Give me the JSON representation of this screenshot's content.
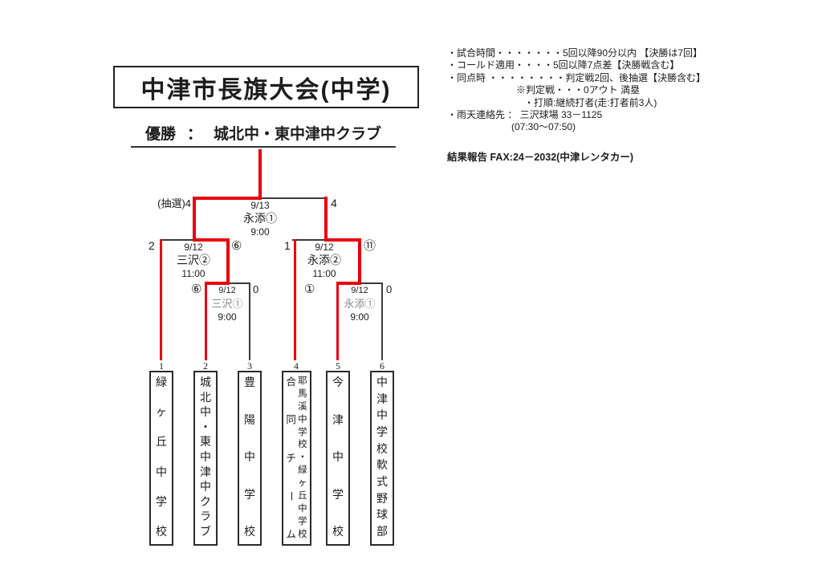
{
  "title": "中津市長旗大会(中学)",
  "champion": {
    "label": "優勝",
    "separator": "：",
    "name": "城北中・東中津中クラブ"
  },
  "rules": {
    "lines": [
      "・試合時間・・・・・・・5回以降90分以内 【決勝は7回】",
      "・コールド適用・・・・5回以降7点差【決勝戦含む】",
      "・同点時 ・・・・・・・・判定戦2回、後抽選【決勝含む】",
      "※判定戦・・・0アウト 満塁",
      "・打順:継続打者(走:打者前3人)",
      "・雨天連絡先 ： 三沢球場 33－1125",
      "(07:30～07:50)"
    ],
    "fax_line": "結果報告 FAX:24－2032(中津レンタカー)"
  },
  "bracket": {
    "matches": {
      "final": {
        "date": "9/13",
        "venue": "永添①",
        "time": "9:00",
        "left_score": "(抽選)4",
        "right_score": "4"
      },
      "semi_left": {
        "date": "9/12",
        "venue": "三沢②",
        "time": "11:00",
        "left_score": "2",
        "right_score": "⑥"
      },
      "semi_right": {
        "date": "9/12",
        "venue": "永添②",
        "time": "11:00",
        "left_score": "1",
        "right_score": "⑪"
      },
      "round1_left": {
        "date": "9/12",
        "venue": "三沢①",
        "time": "9:00",
        "left_score": "⑥",
        "right_score": "0"
      },
      "round1_right": {
        "date": "9/12",
        "venue": "永添①",
        "time": "9:00",
        "left_score": "①",
        "right_score": "0"
      }
    },
    "teams": [
      {
        "seed": "1",
        "name": "緑ヶ丘中学校"
      },
      {
        "seed": "2",
        "name": "城北中・東中津中クラブ"
      },
      {
        "seed": "3",
        "name": "豊陽中学校"
      },
      {
        "seed": "4",
        "name": "耶馬溪中学校・緑ヶ丘中学校",
        "name2": "合同チーム"
      },
      {
        "seed": "5",
        "name": "今津中学校"
      },
      {
        "seed": "6",
        "name": "中津中学校軟式野球部"
      }
    ]
  },
  "colors": {
    "winner_line": "#e8000e",
    "line": "#3a3a3a",
    "muted_text": "#8a8a8a"
  }
}
